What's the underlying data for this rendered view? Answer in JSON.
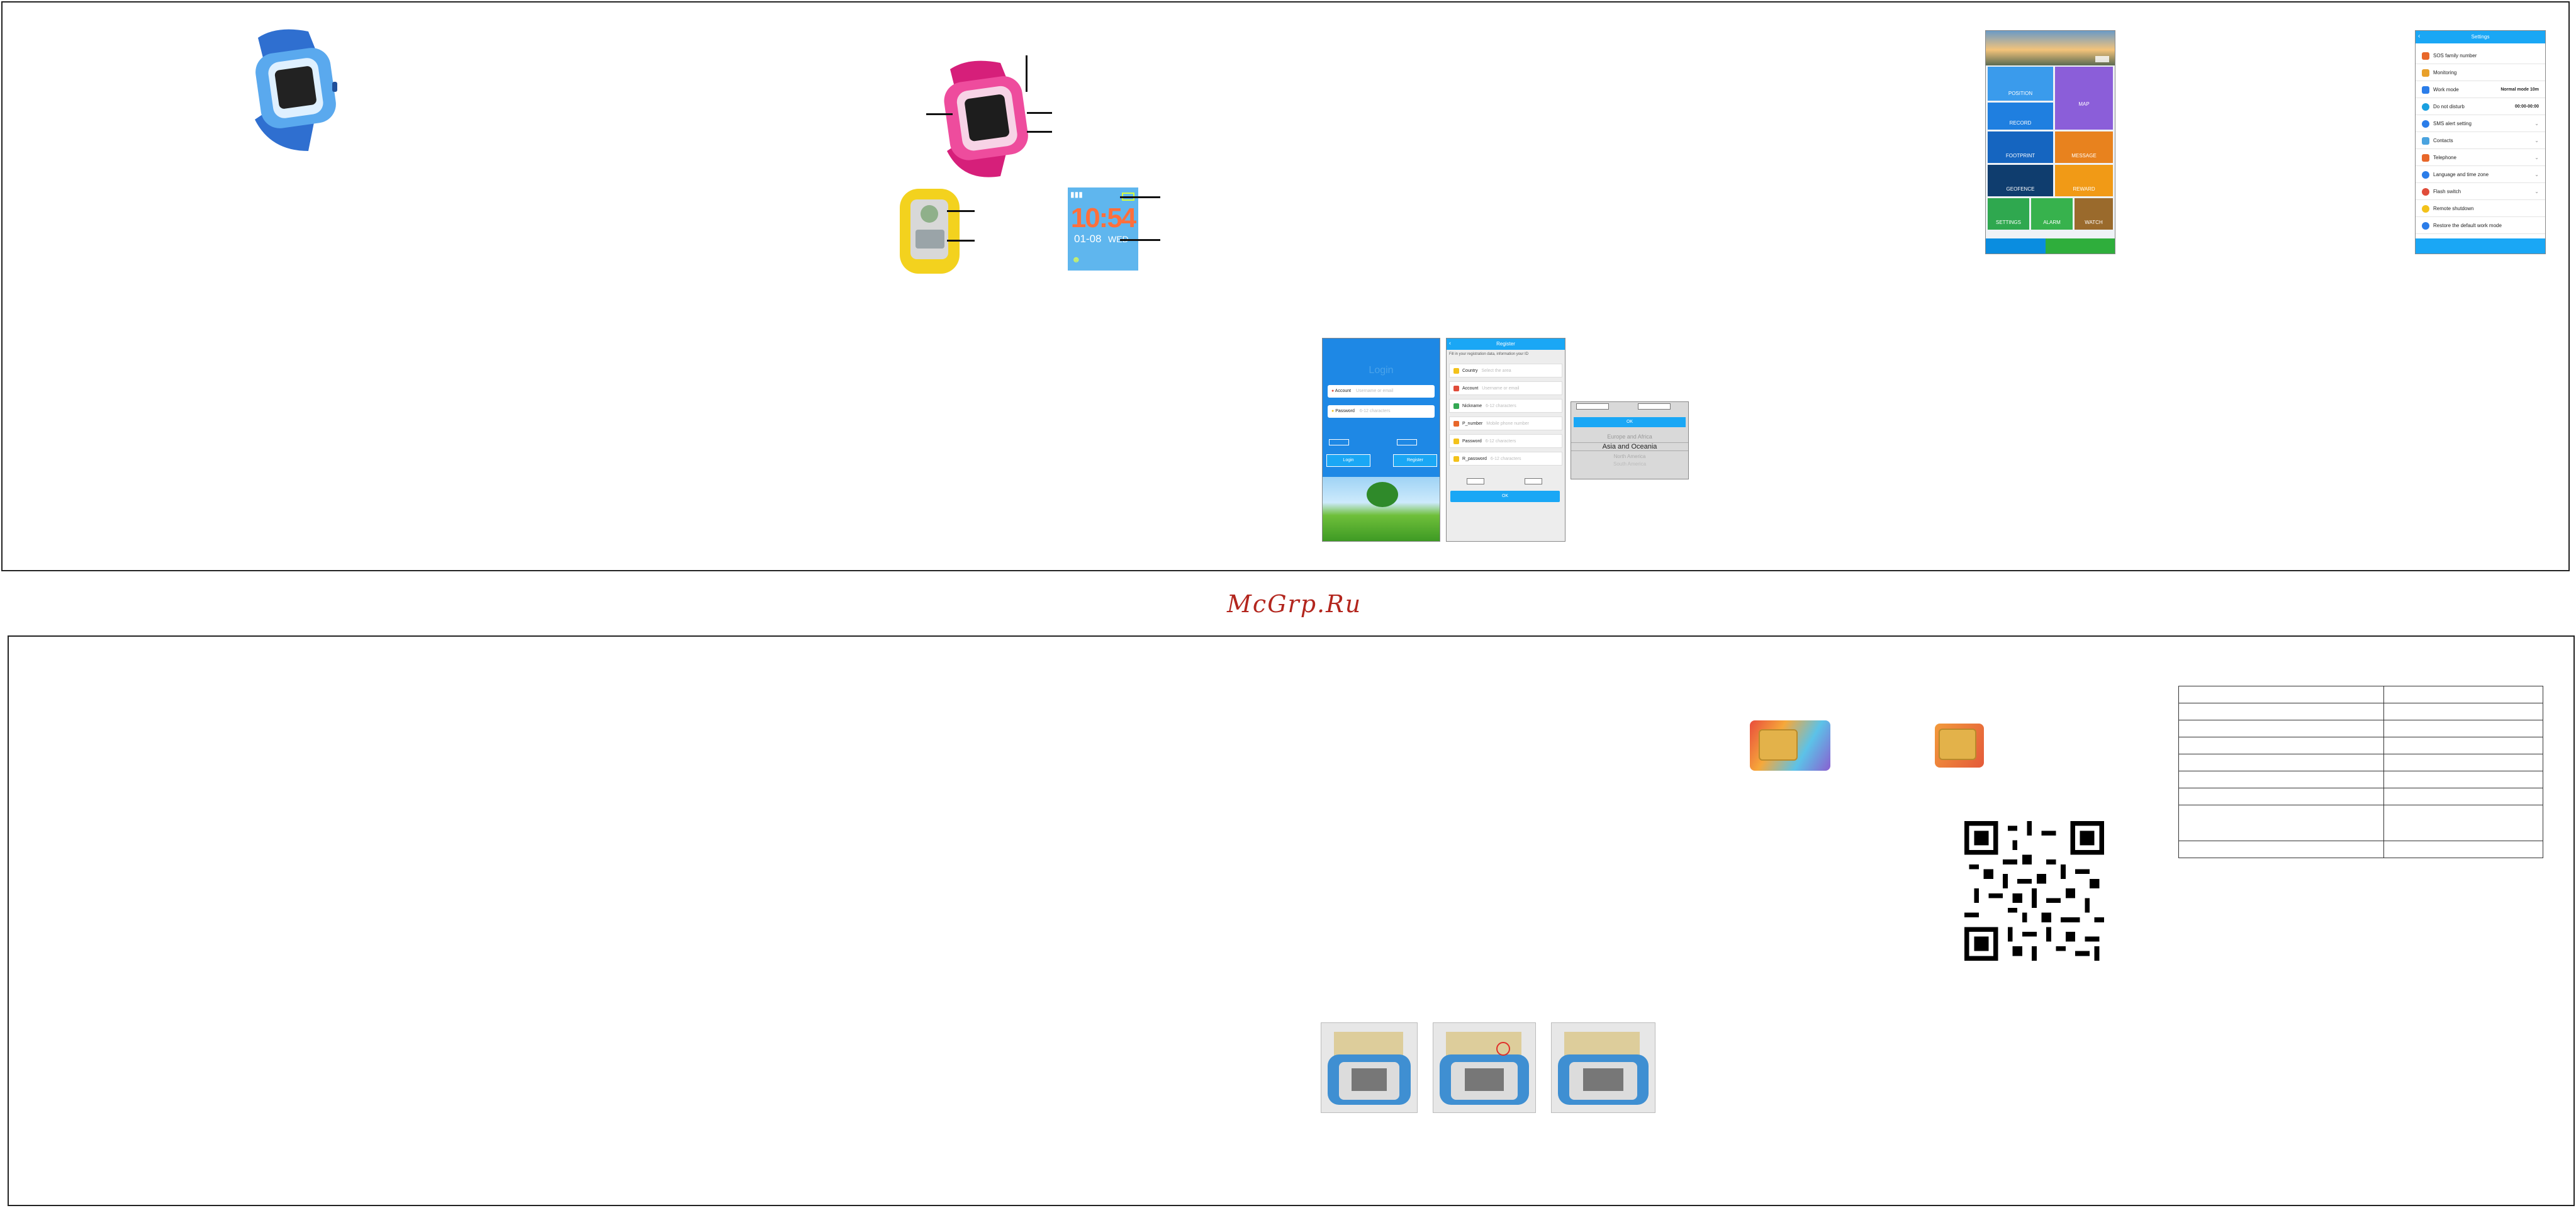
{
  "watermark": "McGrp.Ru",
  "clock_screen": {
    "time": "10:54",
    "date": "01-08",
    "weekday": "WED"
  },
  "login_screen": {
    "title": "Login",
    "account_label": "Account",
    "account_placeholder": "Username or email",
    "password_label": "Password",
    "password_placeholder": "6-12 characters",
    "login_button": "Login",
    "register_button": "Register"
  },
  "register_screen": {
    "title": "Register",
    "hint": "Fill in your registration data, information your ID",
    "fields": [
      {
        "label": "Country",
        "placeholder": "Select the area",
        "color": "#f3c21a"
      },
      {
        "label": "Account",
        "placeholder": "Username or email",
        "color": "#e04c3a"
      },
      {
        "label": "Nickname",
        "placeholder": "6-12 characters",
        "color": "#34a853"
      },
      {
        "label": "P_number",
        "placeholder": "Mobile phone number",
        "color": "#e8672a"
      },
      {
        "label": "Password",
        "placeholder": "6-12 characters",
        "color": "#f3c21a"
      },
      {
        "label": "R_password",
        "placeholder": "6-12 characters",
        "color": "#f3c21a"
      }
    ],
    "ok_button": "OK"
  },
  "region_picker": {
    "ok_button": "OK",
    "options": [
      "Europe and Africa",
      "Asia and Oceania",
      "North America",
      "South America"
    ],
    "selected": "Asia and Oceania"
  },
  "home_screen": {
    "tiles": [
      {
        "label": "POSITION",
        "color": "#3a9bec"
      },
      {
        "label": "MAP",
        "color": "#8b5ed9"
      },
      {
        "label": "RECORD",
        "color": "#1f7fe0"
      },
      {
        "label": "FOOTPRINT",
        "color": "#1565c0"
      },
      {
        "label": "MESSAGE",
        "color": "#e8821e"
      },
      {
        "label": "GEOFENCE",
        "color": "#0f3d6e"
      },
      {
        "label": "REWARD",
        "color": "#f19a16"
      },
      {
        "label": "SETTINGS",
        "color": "#2fa84f"
      },
      {
        "label": "ALARM",
        "color": "#37b24d"
      },
      {
        "label": "WATCH",
        "color": "#9a6a2c"
      }
    ],
    "bottom_tabs": [
      {
        "color": "#0a8de0"
      },
      {
        "color": "#2fae3c"
      }
    ]
  },
  "settings_screen": {
    "title": "Settings",
    "rows": [
      {
        "label": "SOS family number",
        "value": "",
        "icon_color": "#e8672a"
      },
      {
        "label": "Monitoring",
        "value": "",
        "icon_color": "#e8a02a"
      },
      {
        "label": "Work mode",
        "value": "Normal mode 10m",
        "icon_color": "#2b7de9"
      },
      {
        "label": "Do not disturb",
        "value": "00:00-00:00",
        "icon_color": "#1aa0e0"
      },
      {
        "label": "SMS alert setting",
        "value": "",
        "icon_color": "#2b7de9"
      },
      {
        "label": "Contacts",
        "value": "",
        "icon_color": "#4aa3df"
      },
      {
        "label": "Telephone",
        "value": "",
        "icon_color": "#e8672a"
      },
      {
        "label": "Language and time zone",
        "value": "",
        "icon_color": "#2b7de9"
      },
      {
        "label": "Flash switch",
        "value": "",
        "icon_color": "#e04c3a"
      },
      {
        "label": "Remote shutdown",
        "value": "",
        "icon_color": "#f3c21a"
      },
      {
        "label": "Restore the default work mode",
        "value": "",
        "icon_color": "#2b7de9"
      }
    ]
  },
  "spec_table_rows": 9
}
